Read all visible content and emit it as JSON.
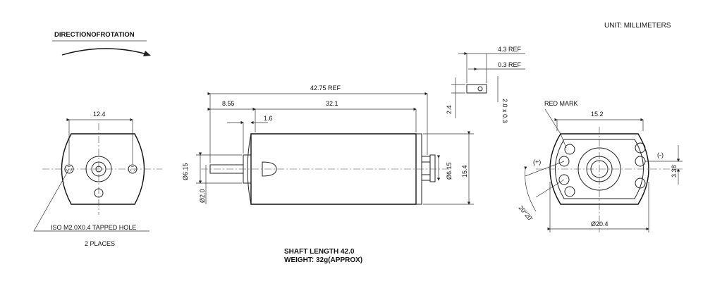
{
  "header": {
    "rotation_label": "DIRECTIONOFROTATION",
    "unit_label": "UNIT: MILLIMETERS"
  },
  "left_view": {
    "width_dim": "12.4",
    "hole_note": "ISO M2.0X0.4 TAPPED HOLE",
    "hole_count": "2 PLACES"
  },
  "side_view": {
    "overall_length": "42.75 REF",
    "shaft_ext": "8.55",
    "body_length": "32.1",
    "boss_length": "1.6",
    "boss_dia": "Ø6.15",
    "shaft_dia": "Ø2.0",
    "right_boss_dia": "Ø6.15",
    "body_height": "15.4"
  },
  "terminal_detail": {
    "dim_a": "4.3 REF",
    "dim_b": "0.3 REF",
    "dim_c": "2.4",
    "dim_d": "2.0 x 0.3"
  },
  "right_view": {
    "red_mark": "RED MARK",
    "width_dim": "15.2",
    "plus": "(+)",
    "minus": "(-)",
    "offset_dim": "3.38",
    "angle_dim": "20°20'",
    "diameter": "Ø20.4"
  },
  "footer": {
    "shaft_length": "SHAFT LENGTH 42.0",
    "weight": "WEIGHT: 32g(APPROX)"
  }
}
